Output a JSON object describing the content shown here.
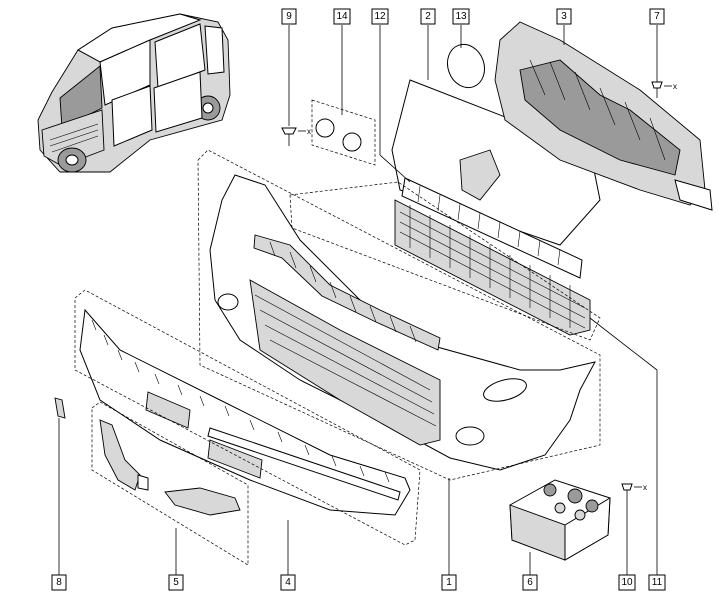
{
  "diagram": {
    "callouts": [
      {
        "id": "c9",
        "label": "9"
      },
      {
        "id": "c14",
        "label": "14"
      },
      {
        "id": "c12",
        "label": "12"
      },
      {
        "id": "c2",
        "label": "2"
      },
      {
        "id": "c13",
        "label": "13"
      },
      {
        "id": "c3",
        "label": "3"
      },
      {
        "id": "c7",
        "label": "7"
      },
      {
        "id": "c8",
        "label": "8"
      },
      {
        "id": "c5",
        "label": "5"
      },
      {
        "id": "c4",
        "label": "4"
      },
      {
        "id": "c1",
        "label": "1"
      },
      {
        "id": "c6",
        "label": "6"
      },
      {
        "id": "c10",
        "label": "10"
      },
      {
        "id": "c11",
        "label": "11"
      }
    ],
    "axis_marks": {
      "x_label": "x"
    }
  }
}
